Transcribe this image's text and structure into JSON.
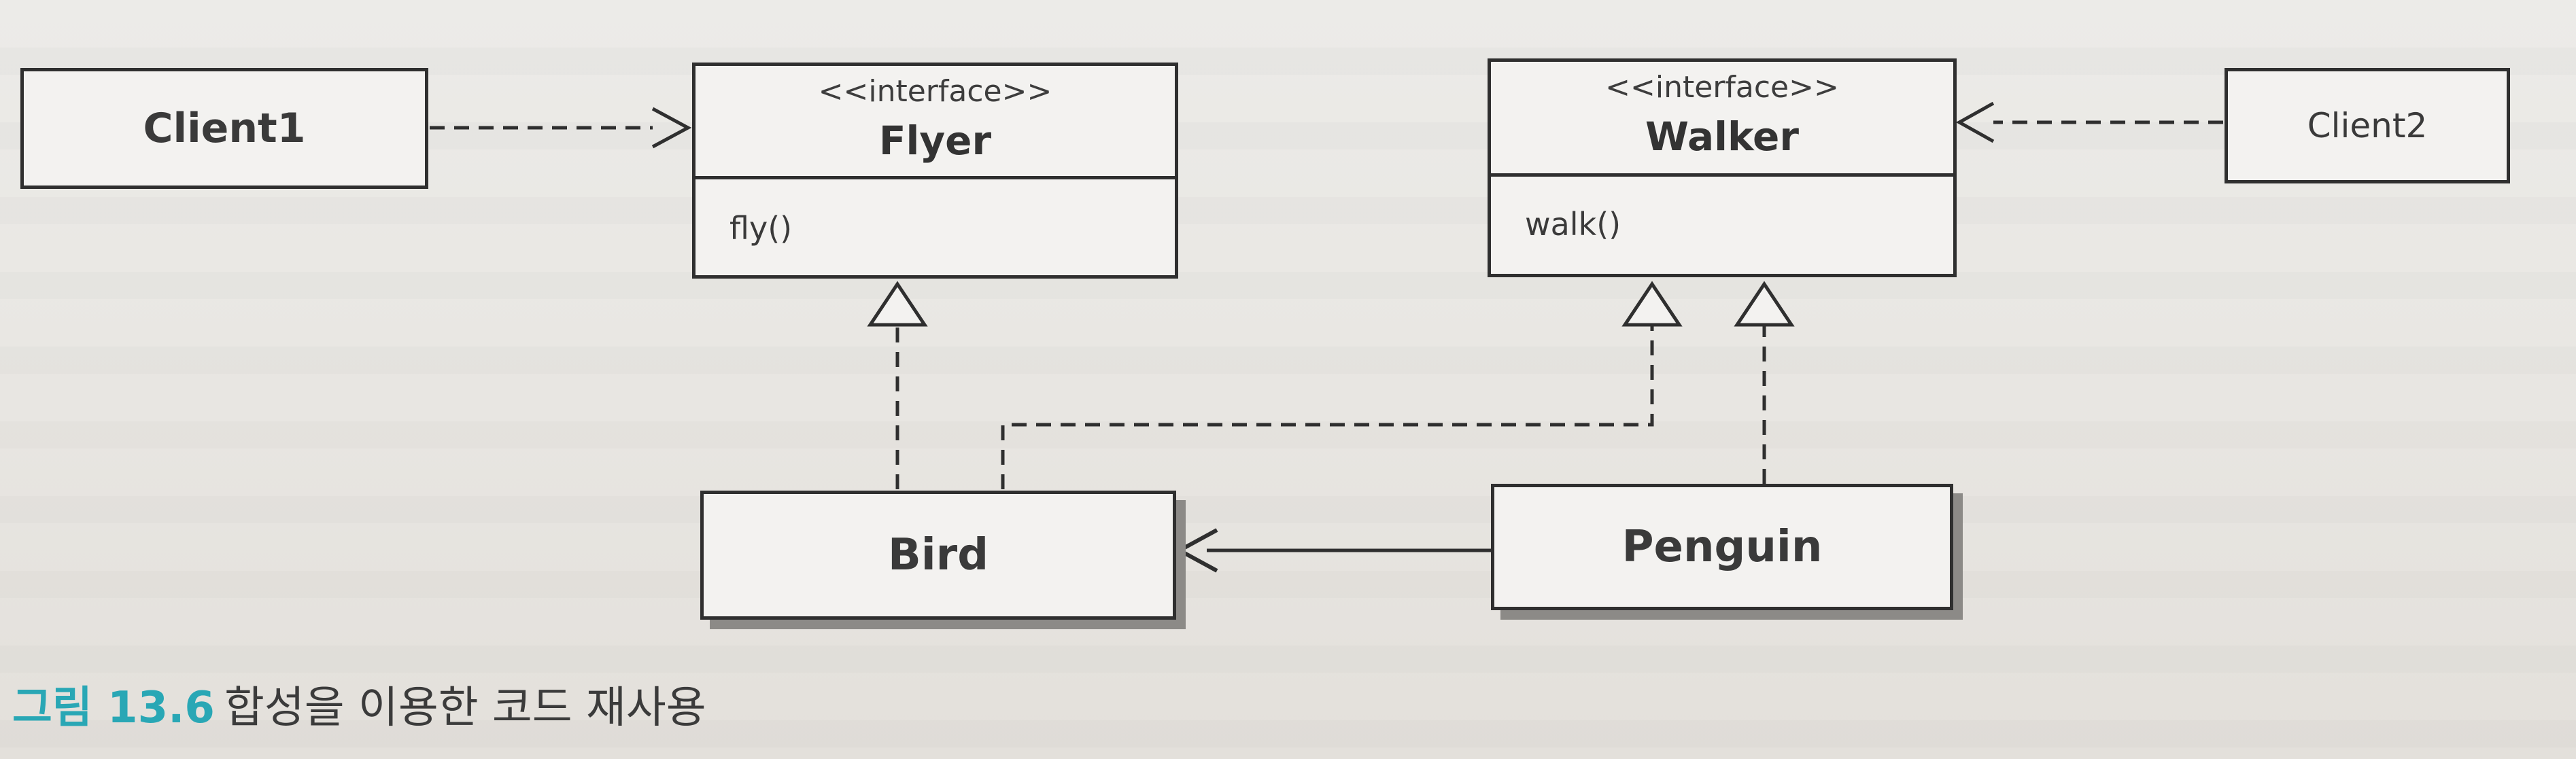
{
  "diagram": {
    "client1": {
      "label": "Client1"
    },
    "client2": {
      "label": "Client2"
    },
    "flyer": {
      "stereotype": "<<interface>>",
      "name": "Flyer",
      "method": "fly()"
    },
    "walker": {
      "stereotype": "<<interface>>",
      "name": "Walker",
      "method": "walk()"
    },
    "bird": {
      "label": "Bird"
    },
    "penguin": {
      "label": "Penguin"
    }
  },
  "caption": {
    "label": "그림 13.6",
    "text": "합성을 이용한 코드 재사용"
  },
  "colors": {
    "caption_label": "#29a7b5",
    "line": "#2f2f2f"
  }
}
